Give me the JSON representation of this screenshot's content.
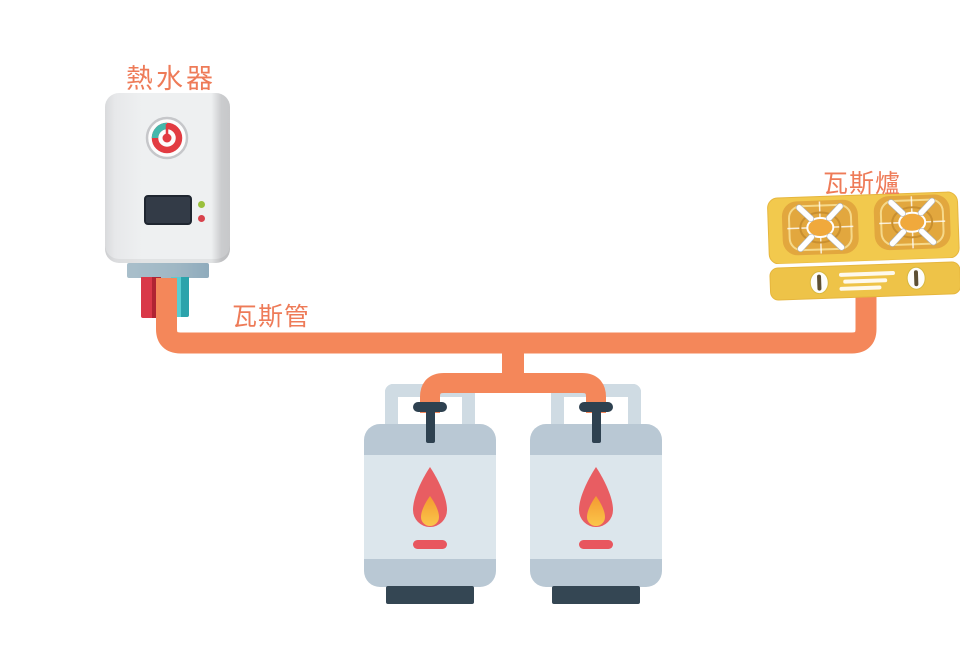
{
  "diagram": {
    "type": "gas-supply-system",
    "labels": {
      "heater": "熱水器",
      "pipe": "瓦斯管",
      "stove": "瓦斯爐"
    },
    "nodes": [
      {
        "id": "water-heater",
        "label": "熱水器"
      },
      {
        "id": "gas-pipe",
        "label": "瓦斯管"
      },
      {
        "id": "gas-stove",
        "label": "瓦斯爐"
      },
      {
        "id": "gas-cylinder-1",
        "label": ""
      },
      {
        "id": "gas-cylinder-2",
        "label": ""
      }
    ],
    "connections": [
      {
        "from": "gas-cylinder-1",
        "to": "gas-pipe"
      },
      {
        "from": "gas-cylinder-2",
        "to": "gas-pipe"
      },
      {
        "from": "gas-pipe",
        "to": "water-heater"
      },
      {
        "from": "gas-pipe",
        "to": "gas-stove"
      }
    ],
    "icons": [
      "gauge-icon",
      "flame-icon",
      "burner-icon",
      "knob-icon",
      "valve-icon"
    ],
    "palette": {
      "label_text": "#ee7b58",
      "gas_pipe_orange": "#f4875a",
      "hot_pipe_red": "#d93848",
      "cold_pipe_teal": "#59cdd1",
      "heater_body_gray": "#eef0f1",
      "heater_base_blue": "#9fb7c4",
      "led_green": "#9ac03c",
      "led_red": "#d8424c",
      "gauge_red": "#e23c42",
      "gauge_teal": "#45b8ac",
      "stove_yellow": "#f2c94d",
      "burner_mustard": "#e2a73e",
      "cylinder_light": "#dce6ec",
      "cylinder_shade": "#b9c8d4",
      "dark_slate": "#344653",
      "flame_red": "#e8565e",
      "flame_yellow": "#f8bd43"
    }
  }
}
